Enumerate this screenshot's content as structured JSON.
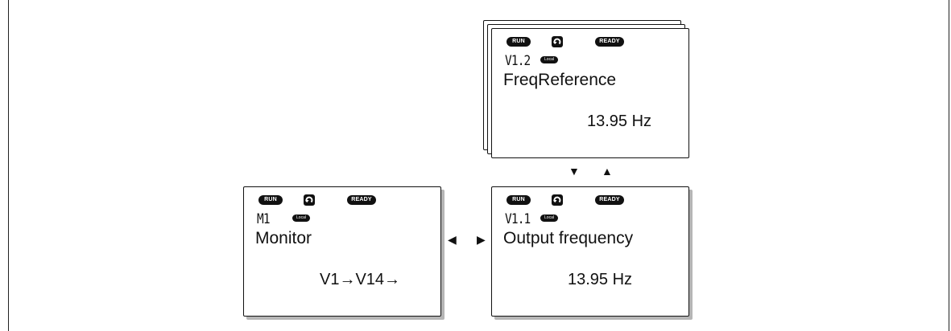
{
  "panels": {
    "monitor": {
      "run_label": "RUN",
      "ready_label": "READY",
      "rotation_icon": "rotation-icon",
      "code": "M1",
      "local_label": "Local",
      "name": "Monitor",
      "value": "V1→V14→"
    },
    "output": {
      "run_label": "RUN",
      "ready_label": "READY",
      "rotation_icon": "rotation-icon",
      "code": "V1.1",
      "local_label": "Local",
      "name": "Output frequency",
      "value": "13.95 Hz"
    },
    "freq": {
      "run_label": "RUN",
      "ready_label": "READY",
      "rotation_icon": "rotation-icon",
      "code": "V1.2",
      "local_label": "Local",
      "name": "FreqReference",
      "value": "13.95 Hz"
    }
  },
  "arrows": {
    "left": "◀",
    "right": "▶",
    "down": "▼",
    "up": "▲"
  }
}
